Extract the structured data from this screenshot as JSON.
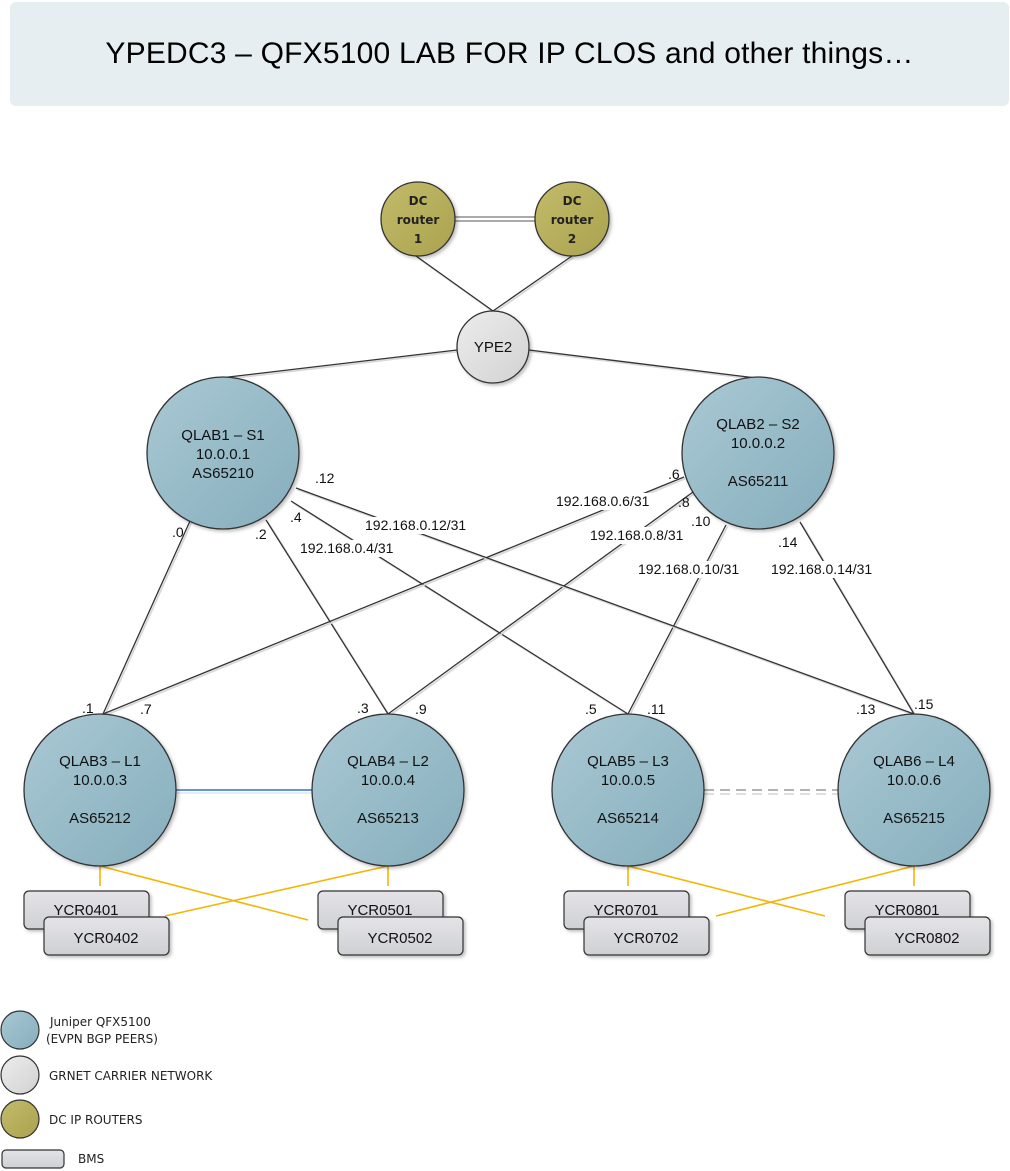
{
  "title": "YPEDC3 – QFX5100 LAB FOR IP CLOS and other things…",
  "colors": {
    "qfx_fill": "#8fb5c3",
    "carrier_fill": "#dcdcdc",
    "dc_router_fill": "#b5ad5a",
    "bms_fill": "#d9d9dd",
    "link": "#333333",
    "leaf_blue_link": "#2e75c8",
    "bms_link": "#f2b705",
    "dashed_link": "#999999"
  },
  "nodes": {
    "dc1": {
      "lines": [
        "DC",
        "router",
        "1"
      ],
      "type": "dc_router"
    },
    "dc2": {
      "lines": [
        "DC",
        "router",
        "2"
      ],
      "type": "dc_router"
    },
    "ype2": {
      "lines": [
        "YPE2"
      ],
      "type": "carrier"
    },
    "s1": {
      "lines": [
        "QLAB1 – S1",
        "10.0.0.1",
        "AS65210"
      ],
      "type": "qfx"
    },
    "s2": {
      "lines": [
        "QLAB2 – S2",
        "10.0.0.2",
        "",
        "AS65211"
      ],
      "type": "qfx"
    },
    "l1": {
      "lines": [
        "QLAB3 – L1",
        "10.0.0.3",
        "",
        "AS65212"
      ],
      "type": "qfx"
    },
    "l2": {
      "lines": [
        "QLAB4 – L2",
        "10.0.0.4",
        "",
        "AS65213"
      ],
      "type": "qfx"
    },
    "l3": {
      "lines": [
        "QLAB5 – L3",
        "10.0.0.5",
        "",
        "AS65214"
      ],
      "type": "qfx"
    },
    "l4": {
      "lines": [
        "QLAB6 – L4",
        "10.0.0.6",
        "",
        "AS65215"
      ],
      "type": "qfx"
    }
  },
  "subnets": [
    {
      "from": "s1",
      "to": "l1",
      "subnet": "",
      "a_end": ".0",
      "b_end": ".1"
    },
    {
      "from": "s1",
      "to": "l2",
      "subnet": "",
      "a_end": ".2",
      "b_end": ".3"
    },
    {
      "from": "s1",
      "to": "l3",
      "subnet": "192.168.0.4/31",
      "a_end": ".4",
      "b_end": ".5"
    },
    {
      "from": "s2",
      "to": "l1",
      "subnet": "192.168.0.6/31",
      "a_end": ".6",
      "b_end": ".7"
    },
    {
      "from": "s2",
      "to": "l2",
      "subnet": "192.168.0.8/31",
      "a_end": ".8",
      "b_end": ".9"
    },
    {
      "from": "s2",
      "to": "l3",
      "subnet": "192.168.0.10/31",
      "a_end": ".10",
      "b_end": ".11"
    },
    {
      "from": "s1",
      "to": "l4",
      "subnet": "192.168.0.12/31",
      "a_end": ".12",
      "b_end": ".13"
    },
    {
      "from": "s2",
      "to": "l4",
      "subnet": "192.168.0.14/31",
      "a_end": ".14",
      "b_end": ".15"
    }
  ],
  "bms": [
    "YCR0401",
    "YCR0402",
    "YCR0501",
    "YCR0502",
    "YCR0701",
    "YCR0702",
    "YCR0801",
    "YCR0802"
  ],
  "legend": [
    {
      "type": "qfx",
      "label_lines": [
        "Juniper QFX5100",
        "(EVPN BGP PEERS)"
      ]
    },
    {
      "type": "carrier",
      "label_lines": [
        "GRNET CARRIER NETWORK"
      ]
    },
    {
      "type": "dc_router",
      "label_lines": [
        "DC IP ROUTERS"
      ]
    },
    {
      "type": "bms",
      "label_lines": [
        "BMS"
      ]
    }
  ]
}
